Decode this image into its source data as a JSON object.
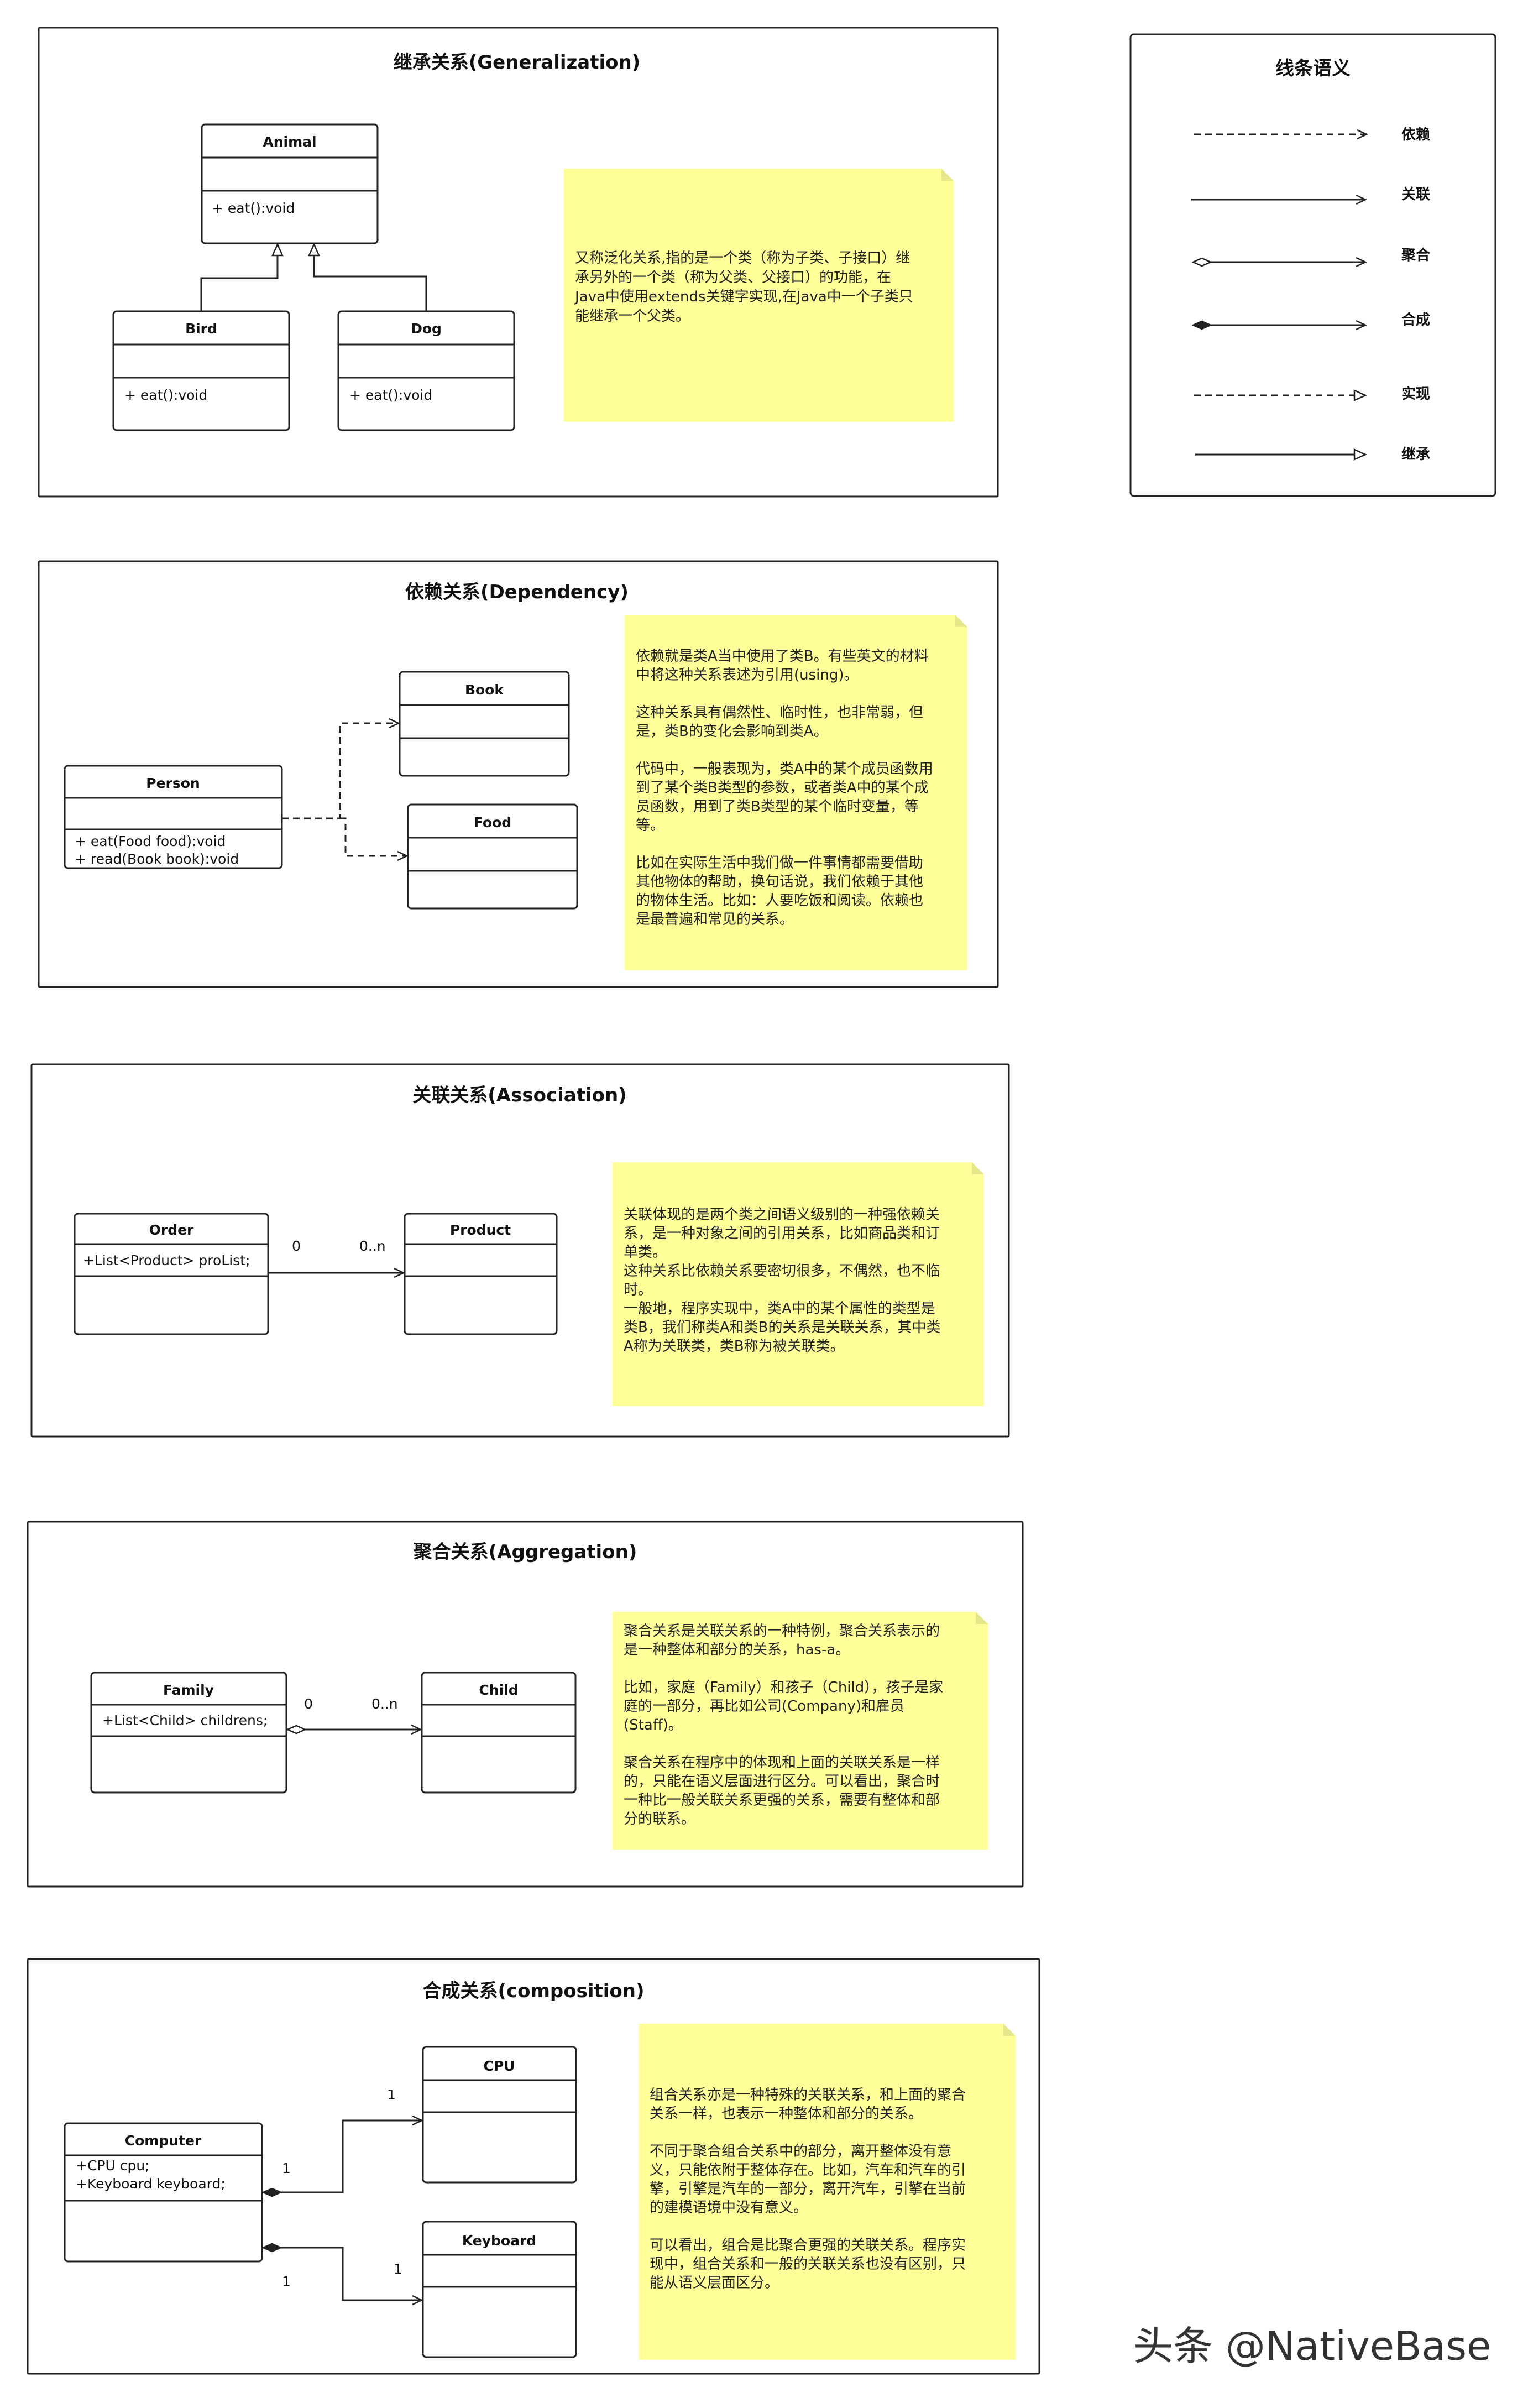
{
  "sections": {
    "generalization": {
      "title": "继承关系(Generalization)",
      "animal": {
        "name": "Animal",
        "method": "+ eat():void"
      },
      "bird": {
        "name": "Bird",
        "method": "+ eat():void"
      },
      "dog": {
        "name": "Dog",
        "method": "+ eat():void"
      },
      "note": [
        "又称泛化关系,指的是一个类（称为子类、子接口）继",
        "承另外的一个类（称为父类、父接口）的功能，在",
        "Java中使用extends关键字实现,在Java中一个子类只",
        "能继承一个父类。"
      ]
    },
    "dependency": {
      "title": "依赖关系(Dependency)",
      "person": {
        "name": "Person",
        "m1": "+ eat(Food food):void",
        "m2": "+ read(Book book):void"
      },
      "book": {
        "name": "Book"
      },
      "food": {
        "name": "Food"
      },
      "note": [
        "依赖就是类A当中使用了类B。有些英文的材料",
        "中将这种关系表述为引用(using)。",
        "",
        "这种关系具有偶然性、临时性，也非常弱，但",
        "是，类B的变化会影响到类A。",
        "",
        "代码中，一般表现为，类A中的某个成员函数用",
        "到了某个类B类型的参数，或者类A中的某个成",
        "员函数，用到了类B类型的某个临时变量，等",
        "等。",
        "",
        "比如在实际生活中我们做一件事情都需要借助",
        "其他物体的帮助，换句话说，我们依赖于其他",
        "的物体生活。比如：人要吃饭和阅读。依赖也",
        "是最普遍和常见的关系。"
      ]
    },
    "association": {
      "title": "关联关系(Association)",
      "order": {
        "name": "Order",
        "attr": "+List<Product> proList;"
      },
      "product": {
        "name": "Product"
      },
      "m_left": "0",
      "m_right": "0..n",
      "note": [
        "关联体现的是两个类之间语义级别的一种强依赖关",
        "系，是一种对象之间的引用关系，比如商品类和订",
        "单类。",
        "这种关系比依赖关系要密切很多，不偶然，也不临",
        "时。",
        "一般地，程序实现中，类A中的某个属性的类型是",
        "类B，我们称类A和类B的关系是关联关系，其中类",
        "A称为关联类，类B称为被关联类。"
      ]
    },
    "aggregation": {
      "title": "聚合关系(Aggregation)",
      "family": {
        "name": "Family",
        "attr": "+List<Child> childrens;"
      },
      "child": {
        "name": "Child"
      },
      "m_left": "0",
      "m_right": "0..n",
      "note": [
        "聚合关系是关联关系的一种特例，聚合关系表示的",
        "是一种整体和部分的关系，has-a。",
        "",
        "比如，家庭（Family）和孩子（Child），孩子是家",
        "庭的一部分，再比如公司(Company)和雇员",
        "(Staff)。",
        "",
        "聚合关系在程序中的体现和上面的关联关系是一样",
        "的，只能在语义层面进行区分。可以看出，聚合时",
        "一种比一般关联关系更强的关系，需要有整体和部",
        "分的联系。"
      ]
    },
    "composition": {
      "title": "合成关系(composition)",
      "computer": {
        "name": "Computer",
        "a1": "+CPU cpu;",
        "a2": "+Keyboard keyboard;"
      },
      "cpu": {
        "name": "CPU"
      },
      "keyboard": {
        "name": "Keyboard"
      },
      "m_cpu_target": "1",
      "m_cpu_source": "1",
      "m_kb_target": "1",
      "m_kb_source": "1",
      "note": [
        "组合关系亦是一种特殊的关联关系，和上面的聚合",
        "关系一样，也表示一种整体和部分的关系。",
        "",
        "不同于聚合组合关系中的部分，离开整体没有意",
        "义，只能依附于整体存在。比如，汽车和汽车的引",
        "擎，引擎是汽车的一部分，离开汽车，引擎在当前",
        "的建模语境中没有意义。",
        "",
        "可以看出，组合是比聚合更强的关联关系。程序实",
        "现中，组合关系和一般的关联关系也没有区别，只",
        "能从语义层面区分。"
      ]
    }
  },
  "legend": {
    "title": "线条语义",
    "items": [
      "依赖",
      "关联",
      "聚合",
      "合成",
      "实现",
      "继承"
    ]
  },
  "watermark": "头条 @NativeBase",
  "colors": {
    "note": "#ffff99",
    "note_fold": "#e6e68a",
    "stroke": "#222222"
  }
}
